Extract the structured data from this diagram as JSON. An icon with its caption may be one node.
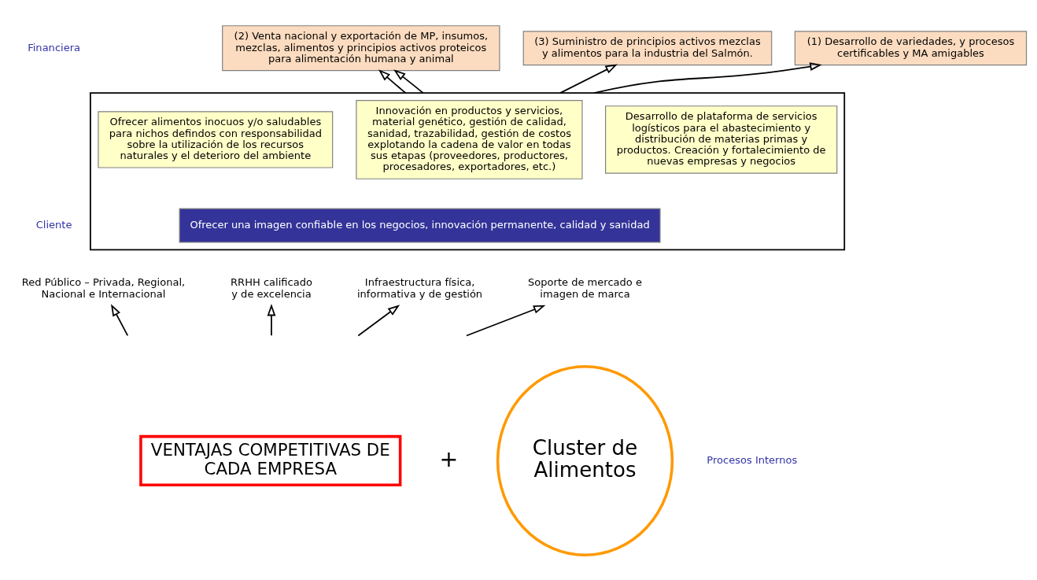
{
  "diagram": {
    "nodes": [
      {
        "text": [
          "(1) Desarrollo de variedades, y procesos certificables y MA amigables"
        ]
      },
      {
        "text": [
          "(2) Venta nacional y exportación de MP, insumos, mezclas, alimentos y principios activos proteicos para alimentación humana y animal"
        ]
      },
      {
        "text": [
          "(3) Suministro de principios activos mezclas y alimentos para la industria del Salmón."
        ]
      },
      {
        "text": [],
        "shape": "box"
      },
      {
        "text": [
          "Ofrecer alimentos inocuos y/o saludables para nichos defindos con responsabilidad sobre la utilización de los recursos naturales y el deterioro del ambiente"
        ],
        "in": 3
      },
      {
        "text": [
          "Innovación en productos y servicios, material genético, gestión de calidad, sanidad, trazabilidad, gestión de costos explotando la cadena de valor en todas sus etapas (proveedores, productores, procesadores, exportadores, etc.)"
        ],
        "in": 3
      },
      {
        "text": [
          "Desarrollo de plataforma de servicios logísticos para el abastecimiento y distribución de materias primas y productos. Creación y fortalecimiento de nuevas empresas y negocios"
        ],
        "in": 3
      },
      {
        "text": [
          "Ofrecer una imagen confiable en los negocios, innovación permanente, calidad y sanidad"
        ],
        "in": 3
      },
      {
        "text": [
          "Red Público – Privada, Regional, Nacional e Internacional"
        ]
      },
      {
        "text": [
          "RRHH calificado y de excelencia"
        ]
      },
      {
        "text": [
          "Infraestructura física, informativa y de gestión"
        ]
      },
      {
        "text": [
          "Soporte de mercado e imagen de marca"
        ]
      },
      {
        "text": [
          "VENTAJAS COMPETITIVAS DE CADA EMPRESA"
        ]
      },
      {
        "text": [
          "Cluster de Alimentos"
        ]
      }
    ],
    "edges": [
      {
        "from": 3,
        "to": 0,
        "arrow": "to"
      },
      {
        "from": 3,
        "to": 1,
        "arrow": "to"
      },
      {
        "from": 3,
        "to": 1,
        "arrow": "to"
      },
      {
        "from": 3,
        "to": 2,
        "arrow": "to"
      },
      {
        "from": null,
        "to": 8,
        "arrow": "to"
      },
      {
        "from": null,
        "to": 9,
        "arrow": "to"
      },
      {
        "from": null,
        "to": 10,
        "arrow": "to"
      },
      {
        "from": null,
        "to": 11,
        "arrow": "to"
      }
    ],
    "labels": [
      "Financiera",
      "Cliente",
      "Procesos Internos",
      "+"
    ]
  }
}
